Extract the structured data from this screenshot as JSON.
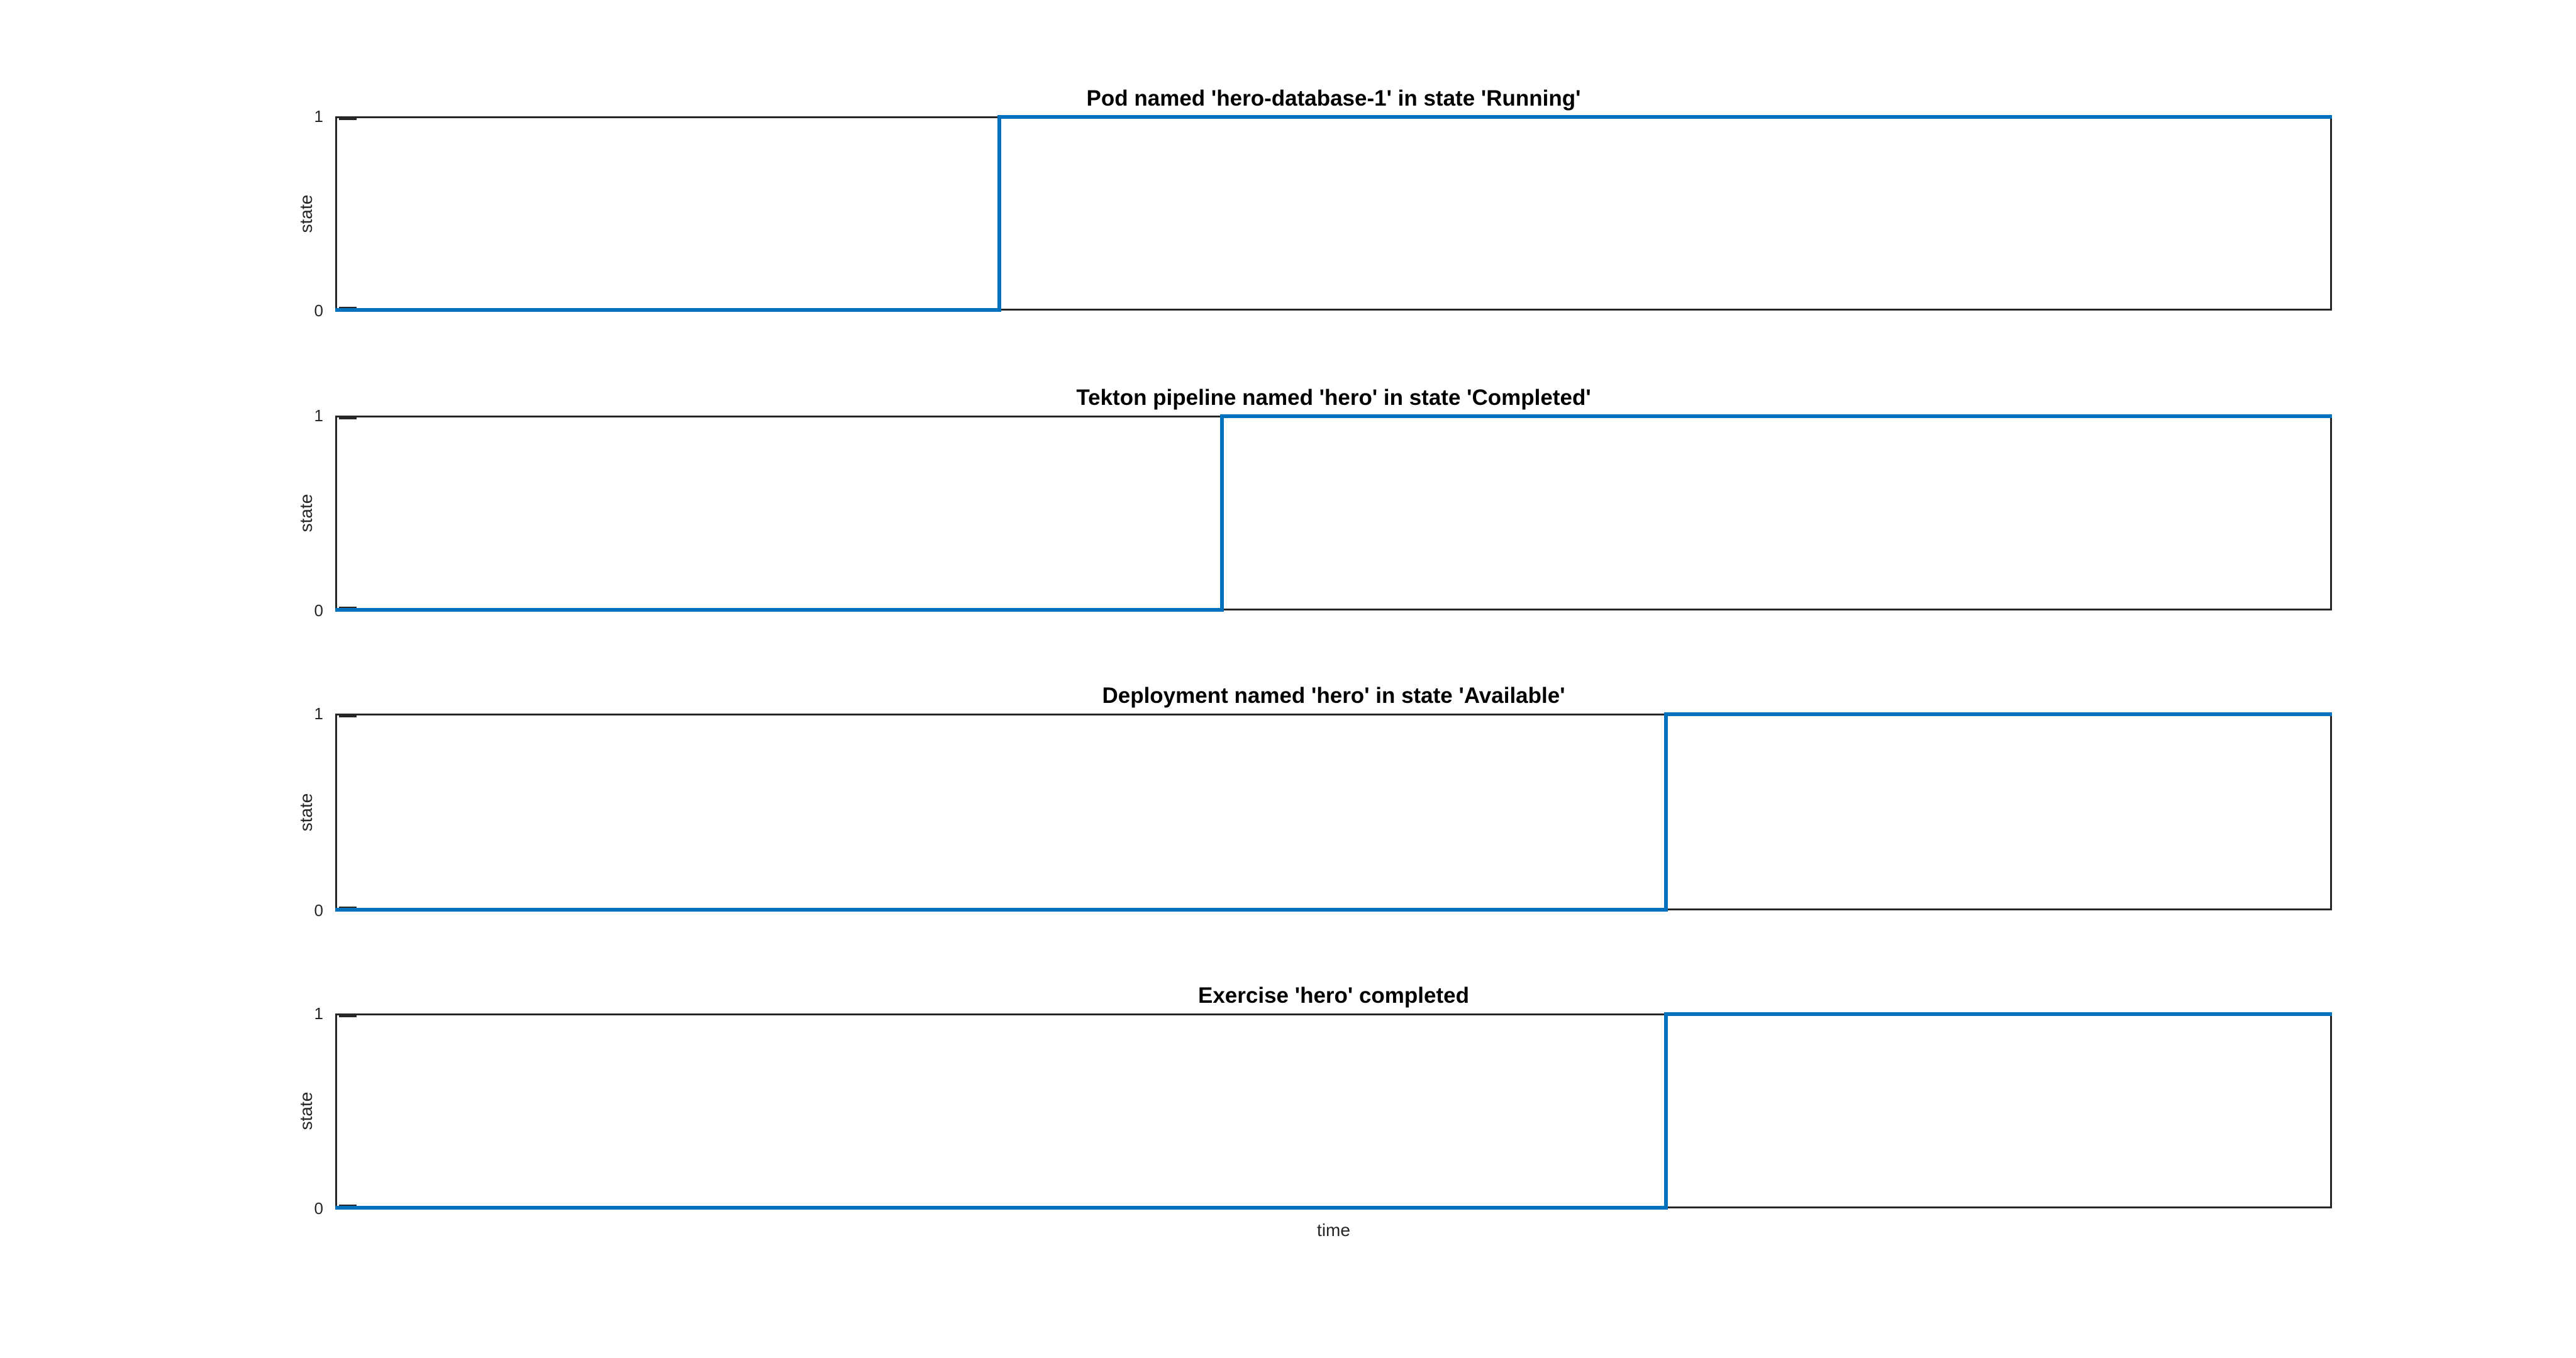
{
  "figure": {
    "background": "#ffffff",
    "line_color": "#0072BD",
    "axis_color": "#262626",
    "title_color": "#000000",
    "xlabel": "time"
  },
  "chart_data": [
    {
      "type": "line",
      "subtype": "step",
      "title": "Pod named 'hero-database-1' in state 'Running'",
      "ylabel": "state",
      "xlabel": "",
      "yticks": [
        0,
        1
      ],
      "ylim": [
        0,
        1
      ],
      "xlim_fraction": [
        0,
        1
      ],
      "grid": false,
      "box": true,
      "legend": "none",
      "step_x_fraction": 0.3326,
      "series": [
        {
          "name": "state",
          "x": [
            0,
            0.3326,
            0.3326,
            1
          ],
          "y": [
            0,
            0,
            1,
            1
          ]
        }
      ]
    },
    {
      "type": "line",
      "subtype": "step",
      "title": "Tekton pipeline named 'hero' in state 'Completed'",
      "ylabel": "state",
      "xlabel": "",
      "yticks": [
        0,
        1
      ],
      "ylim": [
        0,
        1
      ],
      "xlim_fraction": [
        0,
        1
      ],
      "grid": false,
      "box": true,
      "legend": "none",
      "step_x_fraction": 0.4441,
      "series": [
        {
          "name": "state",
          "x": [
            0,
            0.4441,
            0.4441,
            1
          ],
          "y": [
            0,
            0,
            1,
            1
          ]
        }
      ]
    },
    {
      "type": "line",
      "subtype": "step",
      "title": "Deployment named 'hero' in state 'Available'",
      "ylabel": "state",
      "xlabel": "",
      "yticks": [
        0,
        1
      ],
      "ylim": [
        0,
        1
      ],
      "xlim_fraction": [
        0,
        1
      ],
      "grid": false,
      "box": true,
      "legend": "none",
      "step_x_fraction": 0.6664,
      "series": [
        {
          "name": "state",
          "x": [
            0,
            0.6664,
            0.6664,
            1
          ],
          "y": [
            0,
            0,
            1,
            1
          ]
        }
      ]
    },
    {
      "type": "line",
      "subtype": "step",
      "title": "Exercise 'hero' completed",
      "ylabel": "state",
      "xlabel": "time",
      "yticks": [
        0,
        1
      ],
      "ylim": [
        0,
        1
      ],
      "xlim_fraction": [
        0,
        1
      ],
      "grid": false,
      "box": true,
      "legend": "none",
      "step_x_fraction": 0.6664,
      "series": [
        {
          "name": "state",
          "x": [
            0,
            0.6664,
            0.6664,
            1
          ],
          "y": [
            0,
            0,
            1,
            1
          ]
        }
      ]
    }
  ]
}
